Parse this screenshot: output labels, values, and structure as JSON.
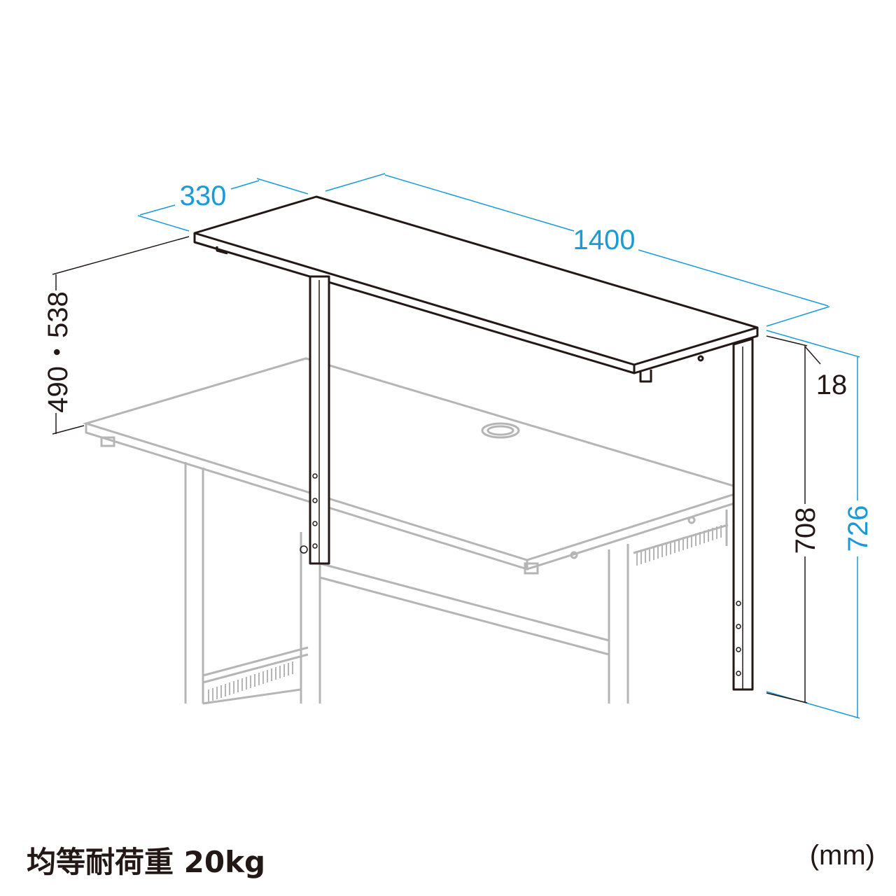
{
  "dimensions": {
    "depth": "330",
    "width": "1400",
    "shelf_height": "490・538",
    "thickness": "18",
    "desk_height": "708",
    "total_height": "726"
  },
  "caption": "均等耐荷重 20kg",
  "unit": "(mm)",
  "colors": {
    "dimension_blue": "#1a9ad8",
    "line_black": "#231815",
    "desk_gray": "#b5b5b5"
  }
}
